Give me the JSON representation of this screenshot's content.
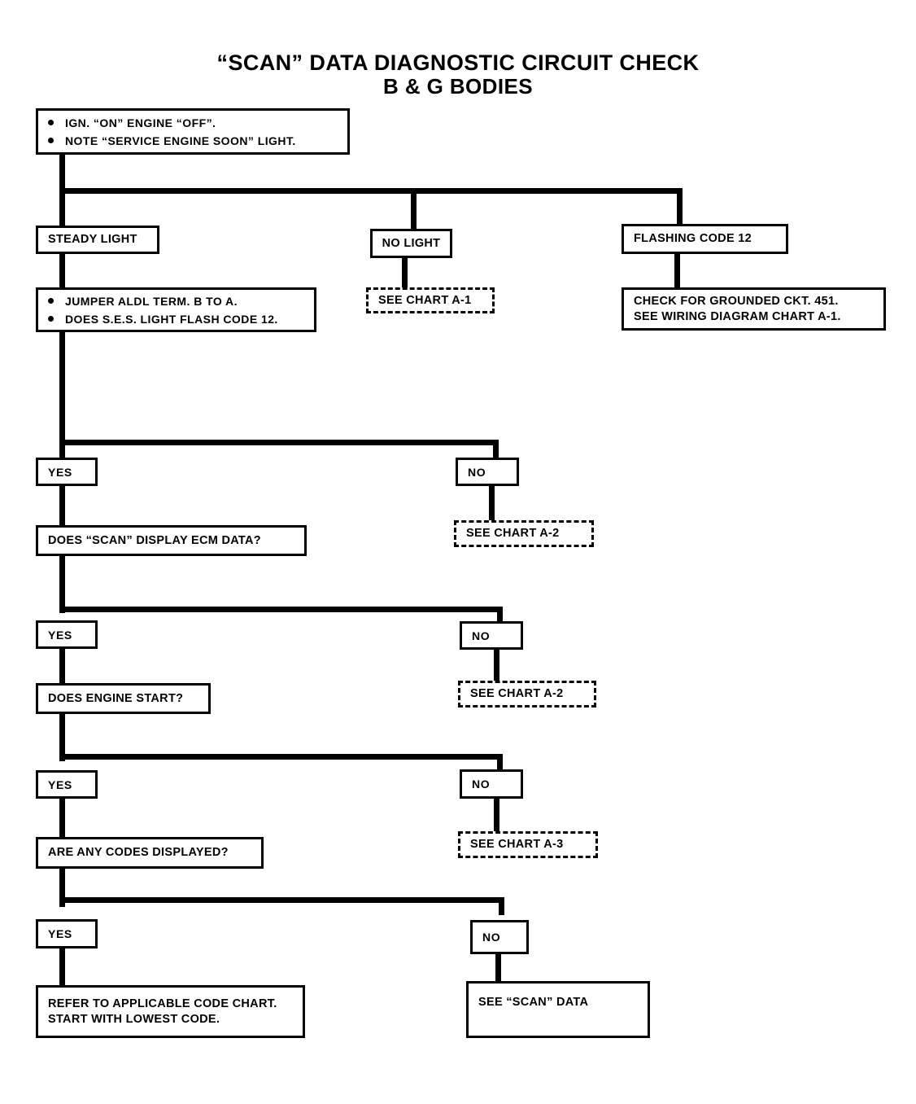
{
  "title": {
    "line1": "“SCAN” DATA DIAGNOSTIC CIRCUIT CHECK",
    "line2": "B & G BODIES"
  },
  "nodes": {
    "start": {
      "bullets": [
        "IGN. “ON” ENGINE  “OFF”.",
        "NOTE “SERVICE ENGINE SOON” LIGHT."
      ]
    },
    "steady_light": {
      "label": "STEADY LIGHT"
    },
    "no_light": {
      "label": "NO LIGHT"
    },
    "flashing_code_12": {
      "label": "FLASHING CODE 12"
    },
    "see_chart_a1": {
      "label": "SEE CHART A-1"
    },
    "grounded_ckt": {
      "line1": "CHECK FOR GROUNDED CKT. 451.",
      "line2": "SEE WIRING DIAGRAM CHART A-1."
    },
    "jumper_aldl": {
      "bullets": [
        "JUMPER  ALDL TERM. B TO A.",
        "DOES S.E.S. LIGHT FLASH CODE 12."
      ]
    },
    "q1": {
      "label": "DOES “SCAN” DISPLAY ECM DATA?"
    },
    "q1_yes": {
      "label": "YES"
    },
    "q1_no": {
      "label": "NO"
    },
    "q1_no_target": {
      "label": "SEE CHART A-2"
    },
    "q2": {
      "label": "DOES ENGINE START?"
    },
    "q2_yes": {
      "label": "YES"
    },
    "q2_no": {
      "label": "NO"
    },
    "q2_no_target": {
      "label": "SEE CHART A-2"
    },
    "q3": {
      "label": "ARE ANY CODES DISPLAYED?"
    },
    "q3_yes": {
      "label": "YES"
    },
    "q3_no": {
      "label": "NO"
    },
    "q3_no_target": {
      "label": "SEE CHART A-3"
    },
    "q4_yes": {
      "label": "YES"
    },
    "q4_no": {
      "label": "NO"
    },
    "refer_code_chart": {
      "line1": "REFER TO APPLICABLE CODE CHART.",
      "line2": "START WITH LOWEST CODE."
    },
    "see_scan_data": {
      "label": "SEE “SCAN” DATA"
    }
  },
  "colors": {
    "ink": "#000000",
    "paper": "#ffffff"
  }
}
